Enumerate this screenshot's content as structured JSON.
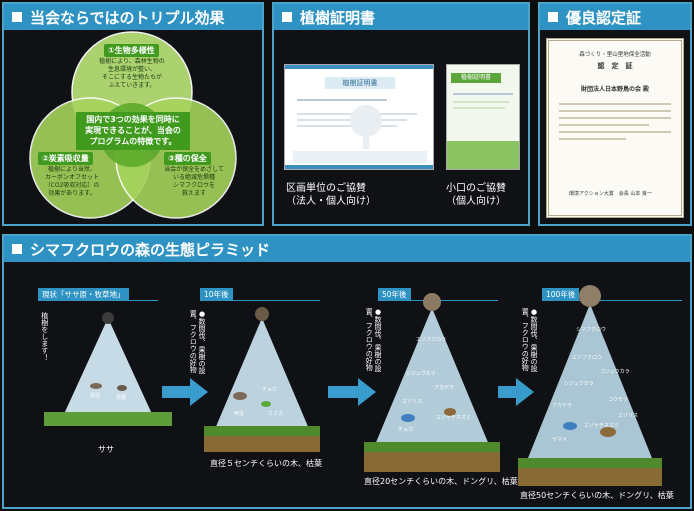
{
  "panel_triple": {
    "title": "当会ならではのトリプル効果",
    "biodiversity": {
      "title": "①生物多様性",
      "text": [
        "植樹により、森林生物の",
        "生息環境が整い、",
        "そこにする生物たちが",
        "ふえていきます。"
      ]
    },
    "carbon": {
      "title": "②炭素吸収量",
      "text": [
        "植樹により当然、",
        "カーボンオフセット",
        "（CO2吸収対応）の",
        "効果があります。"
      ]
    },
    "species": {
      "title": "③種の保全",
      "text": [
        "当会が保全をめざして",
        "いる絶滅危惧種",
        "シマフクロウを",
        "救えます"
      ]
    },
    "center": [
      "国内で3つの効果を同時に",
      "実現できることが、当会の",
      "プログラムの特徴です。"
    ]
  },
  "panel_certificate": {
    "title": "植樹証明書",
    "cert_heading_large": "植樹証明書",
    "cert_heading_small": "植樹証明書",
    "caption_large": [
      "区画単位のご協賛",
      "（法人・個人向け）"
    ],
    "caption_small": [
      "小口のご協賛",
      "（個人向け）"
    ]
  },
  "panel_award": {
    "title": "優良認定証",
    "doc_header": "森づくり・里山里地保全活動",
    "doc_title": "認　定　証",
    "doc_recipient": "財団法人日本野鳥の会 殿",
    "doc_signer": "環境アクション大賞　会長 山本 良一"
  },
  "panel_pyramid": {
    "title": "シマフクロウの森の生態ピラミッド",
    "stages": [
      {
        "label": "現状「ササ原・牧草地」",
        "note": "植樹をします！",
        "caption": "ササ"
      },
      {
        "label": "10年後",
        "note": "●数間伐、果樹の設置、フクロウの好物",
        "caption": "直径５センチくらいの木、枯葉"
      },
      {
        "label": "50年後",
        "note": "●数間伐、果樹の設置、フクロウの好物",
        "caption": "直径20センチくらいの木、ドングリ、枯葉"
      },
      {
        "label": "100年後",
        "note": "●数間伐、果樹の設置、フクロウの好物",
        "caption": "直径50センチくらいの木、ドングリ、枯葉"
      }
    ],
    "animals": {
      "s1": [
        "昆虫",
        "鳥類"
      ],
      "s2": [
        "チョウ",
        "ミミズ",
        "甲虫"
      ],
      "s3": [
        "エゾフクロウ",
        "シジュウカラ",
        "アカゲラ",
        "エゾリス",
        "エゾヤチネズミ",
        "チョウ"
      ],
      "s4": [
        "シマフクロウ",
        "エゾフクロウ",
        "シジュウカラ",
        "ゴジュウカラ",
        "コウモリ",
        "アカゲラ",
        "エゾリス",
        "エゾヤチネズミ",
        "ヤマメ"
      ]
    }
  },
  "colors": {
    "accent": "#2e93c2",
    "venn_green": "#8bcf3c",
    "border": "#4aa3c8"
  }
}
